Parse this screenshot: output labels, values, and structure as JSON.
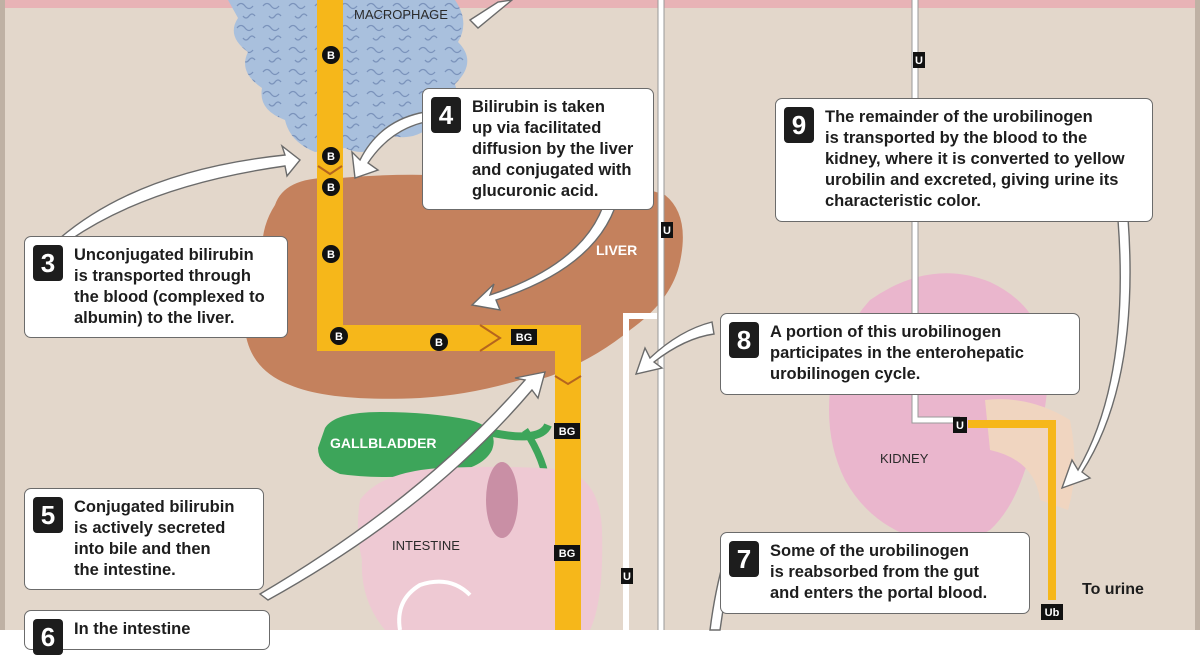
{
  "colors": {
    "background": "#e3d7cb",
    "top_band": "#e8b3b6",
    "pathway": "#f6b71a",
    "liver": "#c4815d",
    "gallbladder": "#3da55a",
    "intestine": "#eec9d3",
    "kidney": "#eab6cd",
    "macrophage": "#a9c0dd",
    "badge": "#111111"
  },
  "labels": {
    "macrophage": "MACROPHAGE",
    "liver": "LIVER",
    "gallbladder": "GALLBLADDER",
    "intestine": "INTESTINE",
    "kidney": "KIDNEY",
    "to_urine": "To urine"
  },
  "badges": {
    "b": "B",
    "bg": "BG",
    "u": "U",
    "ub": "Ub"
  },
  "steps": [
    {
      "number": "3",
      "text": "Unconjugated bilirubin\nis transported through\nthe blood (complexed to\nalbumin) to the liver."
    },
    {
      "number": "4",
      "text": "Bilirubin is taken\nup via facilitated\ndiffusion by the liver\nand conjugated with\nglucuronic acid."
    },
    {
      "number": "5",
      "text": "Conjugated bilirubin\nis actively secreted\ninto bile and then\nthe intestine."
    },
    {
      "number": "6",
      "text": "In the intestine"
    },
    {
      "number": "7",
      "text": "Some of the urobilinogen\nis reabsorbed from the gut\nand enters the portal blood."
    },
    {
      "number": "8",
      "text": "A portion of this urobilinogen\nparticipates in the enterohepatic\nurobilinogen cycle."
    },
    {
      "number": "9",
      "text": "The remainder of the urobilinogen\nis transported by the blood to the\nkidney, where it is converted to yellow\nurobilin and excreted, giving urine its\ncharacteristic color."
    }
  ]
}
